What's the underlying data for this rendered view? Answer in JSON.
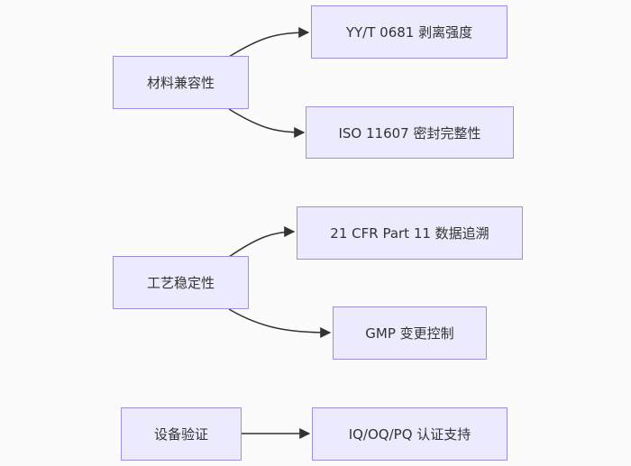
{
  "diagram": {
    "type": "flowchart",
    "direction": "left-to-right",
    "colors": {
      "node_fill": "#ecebfe",
      "node_border": "#9f8fdc",
      "edge": "#333333",
      "text": "#333333",
      "background": "#fbfbfb"
    },
    "nodes": {
      "material": {
        "label": "材料兼容性"
      },
      "peel": {
        "label": "YY/T 0681 剥离强度"
      },
      "seal": {
        "label": "ISO 11607 密封完整性"
      },
      "process": {
        "label": "工艺稳定性"
      },
      "cfr": {
        "label": "21 CFR Part 11 数据追溯"
      },
      "gmp": {
        "label": "GMP 变更控制"
      },
      "equipment": {
        "label": "设备验证"
      },
      "iqoqpq": {
        "label": "IQ/OQ/PQ 认证支持"
      }
    },
    "edges": [
      {
        "from": "material",
        "to": "peel"
      },
      {
        "from": "material",
        "to": "seal"
      },
      {
        "from": "process",
        "to": "cfr"
      },
      {
        "from": "process",
        "to": "gmp"
      },
      {
        "from": "equipment",
        "to": "iqoqpq"
      }
    ]
  }
}
